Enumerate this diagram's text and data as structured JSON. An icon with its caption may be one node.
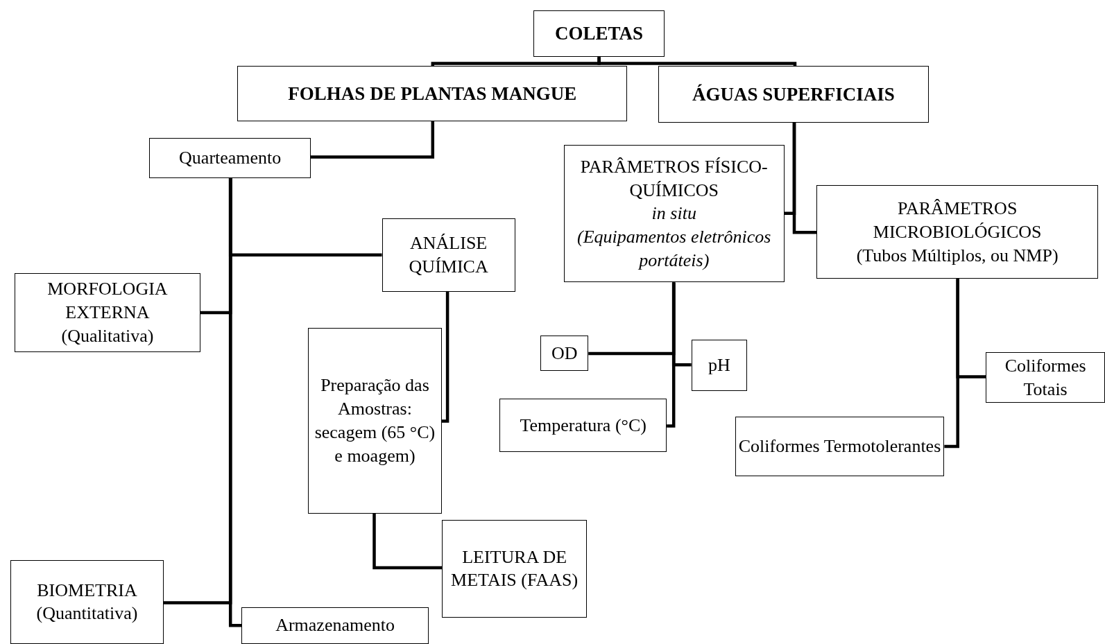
{
  "diagram": {
    "nodes": [
      {
        "text": [
          "COLETAS"
        ]
      },
      {
        "text": [
          "FOLHAS DE PLANTAS MANGUE"
        ]
      },
      {
        "text": [
          "ÁGUAS SUPERFICIAIS"
        ]
      },
      {
        "text": [
          "Quarteamento"
        ]
      },
      {
        "text": [
          "ANÁLISE QUÍMICA"
        ]
      },
      {
        "text": [
          "MORFOLOGIA EXTERNA",
          "(Qualitativa)"
        ]
      },
      {
        "text": [
          "Preparação das Amostras: secagem (65 °C) e moagem)"
        ]
      },
      {
        "text": [
          "LEITURA DE METAIS (FAAS)"
        ]
      },
      {
        "text": [
          "BIOMETRIA (Quantitativa)"
        ]
      },
      {
        "text": [
          "Armazenamento"
        ]
      },
      {
        "text": [
          "PARÂMETROS FÍSICO-QUÍMICOS",
          "in situ",
          "(Equipamentos eletrônicos portáteis)"
        ]
      },
      {
        "text": [
          "PARÂMETROS MICROBIOLÓGICOS",
          "(Tubos Múltiplos, ou NMP)"
        ]
      },
      {
        "text": [
          "OD"
        ]
      },
      {
        "text": [
          "pH"
        ]
      },
      {
        "text": [
          "Temperatura (°C)"
        ]
      },
      {
        "text": [
          "Coliformes Totais"
        ]
      },
      {
        "text": [
          "Coliformes Termotolerantes"
        ]
      }
    ],
    "edges": [
      {
        "from": 0,
        "to": 1,
        "arrow": "none"
      },
      {
        "from": 0,
        "to": 2,
        "arrow": "none"
      },
      {
        "from": 1,
        "to": 3,
        "arrow": "none"
      },
      {
        "from": 3,
        "to": 4,
        "arrow": "none"
      },
      {
        "from": 3,
        "to": 5,
        "arrow": "none"
      },
      {
        "from": 3,
        "to": 8,
        "arrow": "none"
      },
      {
        "from": 3,
        "to": 9,
        "arrow": "none"
      },
      {
        "from": 4,
        "to": 6,
        "arrow": "none"
      },
      {
        "from": 6,
        "to": 7,
        "arrow": "none"
      },
      {
        "from": 2,
        "to": 10,
        "arrow": "none"
      },
      {
        "from": 2,
        "to": 11,
        "arrow": "none"
      },
      {
        "from": 10,
        "to": 12,
        "arrow": "none"
      },
      {
        "from": 10,
        "to": 13,
        "arrow": "none"
      },
      {
        "from": 10,
        "to": 14,
        "arrow": "none"
      },
      {
        "from": 11,
        "to": 15,
        "arrow": "none"
      },
      {
        "from": 11,
        "to": 16,
        "arrow": "none"
      }
    ]
  }
}
